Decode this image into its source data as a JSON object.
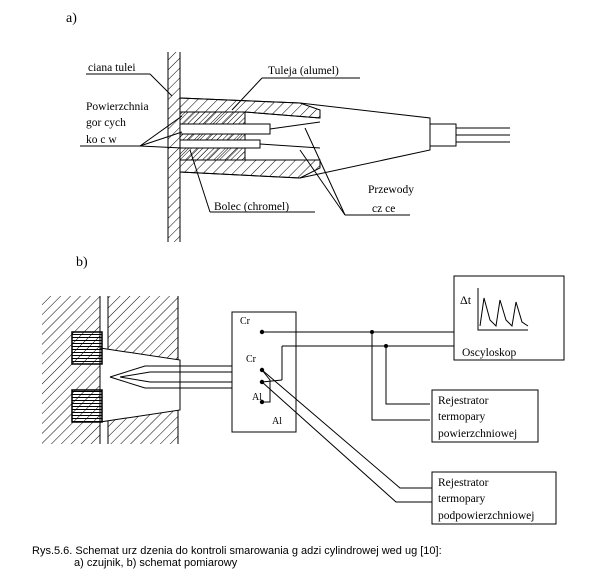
{
  "panel_a": {
    "label": "a)",
    "wall_label": "ciana tulei",
    "surface_label_line1": "Powierzchnia",
    "surface_label_line2": "gor cych",
    "surface_label_line3": "ko c w",
    "sleeve_label": "Tuleja (alumel)",
    "pin_label": "Bolec (chromel)",
    "wires_label_line1": "Przewody",
    "wires_label_line2": "cz ce"
  },
  "panel_b": {
    "label": "b)",
    "terminal_cr1": "Cr",
    "terminal_cr2": "Cr",
    "terminal_al1": "Al",
    "terminal_al2": "Al",
    "scope_symbol": "Δt",
    "scope_label": "Oscyloskop",
    "rec1_line1": "Rejestrator",
    "rec1_line2": "termopary",
    "rec1_line3": "powierzchniowej",
    "rec2_line1": "Rejestrator",
    "rec2_line2": "termopary",
    "rec2_line3": "podpowierzchniowej"
  },
  "caption": {
    "line1": "Rys.5.6. Schemat urz dzenia do kontroli smarowania g adzi cylindrowej wed ug [10]:",
    "line2": "a) czujnik, b) schemat pomiarowy"
  }
}
